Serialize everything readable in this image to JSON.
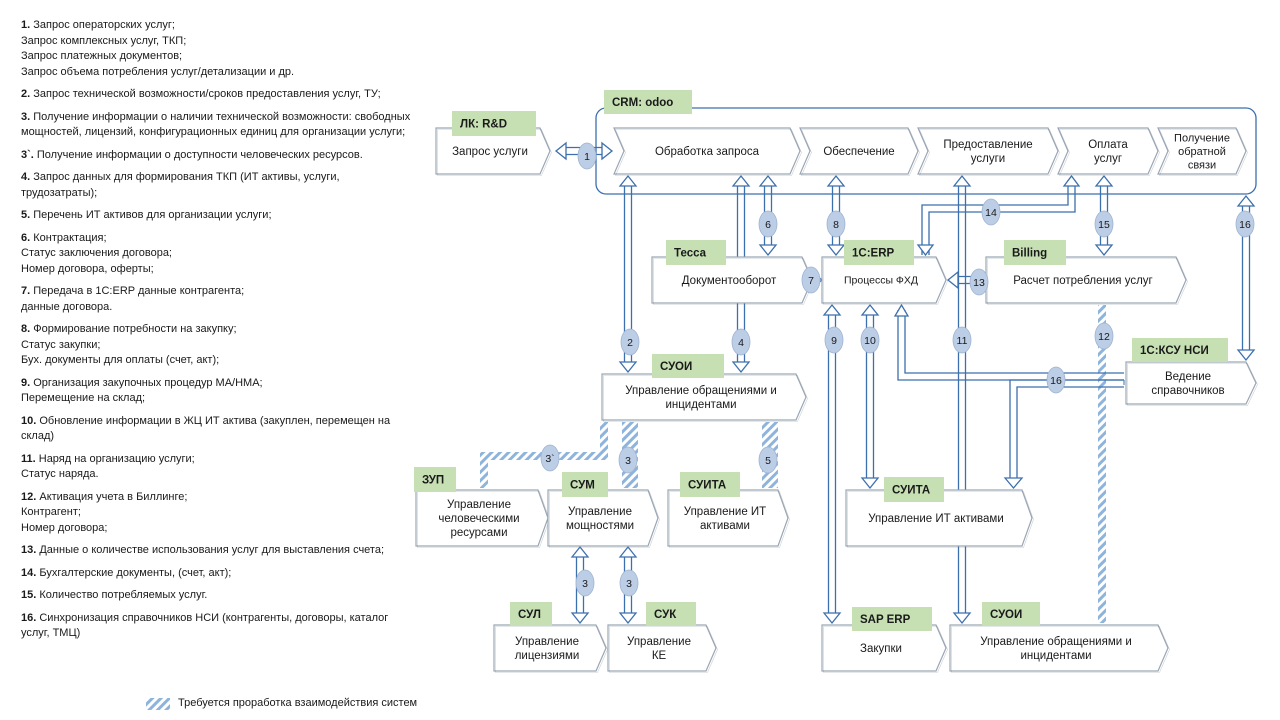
{
  "legend": [
    {
      "num": "1.",
      "lines": [
        " Запрос операторских услуг;",
        "Запрос комплексных услуг, ТКП;",
        "Запрос платежных документов;",
        "Запрос объема потребления услуг/детализации и др."
      ]
    },
    {
      "num": "2.",
      "lines": [
        " Запрос технической возможности/сроков предоставления услуг, ТУ;"
      ]
    },
    {
      "num": "3.",
      "lines": [
        " Получение информации о наличии технической возможности: свободных",
        "мощностей, лицензий, конфигурационных единиц для организации услуги;"
      ]
    },
    {
      "num": "3`.",
      "lines": [
        " Получение информации о доступности человеческих ресурсов."
      ]
    },
    {
      "num": "4.",
      "lines": [
        " Запрос данных для формирования ТКП (ИТ активы, услуги,",
        "трудозатраты);"
      ]
    },
    {
      "num": "5.",
      "lines": [
        " Перечень ИТ активов для организации услуги;"
      ]
    },
    {
      "num": "6.",
      "lines": [
        " Контрактация;",
        "Статус заключения договора;",
        "Номер договора, оферты;"
      ]
    },
    {
      "num": "7.",
      "lines": [
        " Передача в 1С:ERP данные контрагента;",
        "данные договора."
      ]
    },
    {
      "num": "8.",
      "lines": [
        " Формирование потребности на закупку;",
        "Статус закупки;",
        "Бух. документы для оплаты (счет, акт);"
      ]
    },
    {
      "num": "9.",
      "lines": [
        " Организация закупочных процедур МА/НМА;",
        "Перемещение на склад;"
      ]
    },
    {
      "num": "10.",
      "lines": [
        " Обновление информации в ЖЦ ИТ актива (закуплен, перемещен на",
        "склад)"
      ]
    },
    {
      "num": "11.",
      "lines": [
        " Наряд на организацию услуги;",
        "Статус наряда."
      ]
    },
    {
      "num": "12.",
      "lines": [
        " Активация учета в Биллинге;",
        "Контрагент;",
        "Номер договора;"
      ]
    },
    {
      "num": "13.",
      "lines": [
        " Данные о количестве использования услуг для выставления счета;"
      ]
    },
    {
      "num": "14.",
      "lines": [
        " Бухгалтерские документы, (счет, акт);"
      ]
    },
    {
      "num": "15.",
      "lines": [
        " Количество потребляемых услуг."
      ]
    },
    {
      "num": "16.",
      "lines": [
        " Синхронизация справочников НСИ (контрагенты, договоры, каталог",
        "услуг, ТМЦ)"
      ]
    }
  ],
  "hatch_note": "Требуется проработка взаимодействия систем",
  "diagram": {
    "labels": {
      "lk": "ЛК: R&D",
      "crm": "CRM: odoo",
      "tessa": "Тесса",
      "erp": "1С:ERP",
      "billing": "Billing",
      "ksu": "1С:КСУ НСИ",
      "suoi_top": "СУОИ",
      "zup": "ЗУП",
      "sum": "СУМ",
      "suita_small": "СУИТА",
      "suita_big": "СУИТА",
      "sul": "СУЛ",
      "suk": "СУК",
      "sap": "SAP ERP",
      "suoi_bottom": "СУОИ"
    },
    "boxes": {
      "request": [
        "Запрос услуги"
      ],
      "processing": [
        "Обработка запроса"
      ],
      "provision": [
        "Обеспечение"
      ],
      "delivery": [
        "Предоставление",
        "услуги"
      ],
      "payment": [
        "Оплата",
        "услуг"
      ],
      "feedback": [
        "Получение",
        "обратной",
        "связи"
      ],
      "docflow": [
        "Документооборот"
      ],
      "fxd": [
        "Процессы ФХД"
      ],
      "billing_calc": [
        "Расчет потребления услуг"
      ],
      "refs": [
        "Ведение",
        "справочников"
      ],
      "suoi_top": [
        "Управление обращениями и",
        "инцидентами"
      ],
      "hr": [
        "Управление",
        "человеческими",
        "ресурсами"
      ],
      "capacity": [
        "Управление",
        "мощностями"
      ],
      "it_assets_small": [
        "Управление ИТ",
        "активами"
      ],
      "it_assets_big": [
        "Управление ИТ активами"
      ],
      "licenses": [
        "Управление",
        "лицензиями"
      ],
      "ke": [
        "Управление",
        "КЕ"
      ],
      "purchases": [
        "Закупки"
      ],
      "suoi_bottom": [
        "Управление обращениями и",
        "инцидентами"
      ]
    },
    "badges": [
      "1",
      "2",
      "4",
      "6",
      "8",
      "7",
      "13",
      "14",
      "15",
      "16",
      "9",
      "10",
      "11",
      "12",
      "16",
      "3`",
      "3",
      "5",
      "3",
      "3"
    ],
    "colors": {
      "arrow": "#3c6fad",
      "fill": "#ffffff",
      "label": "#c6e0b4",
      "hatch": "#8fb4dc",
      "badge": "#bccde6"
    }
  }
}
